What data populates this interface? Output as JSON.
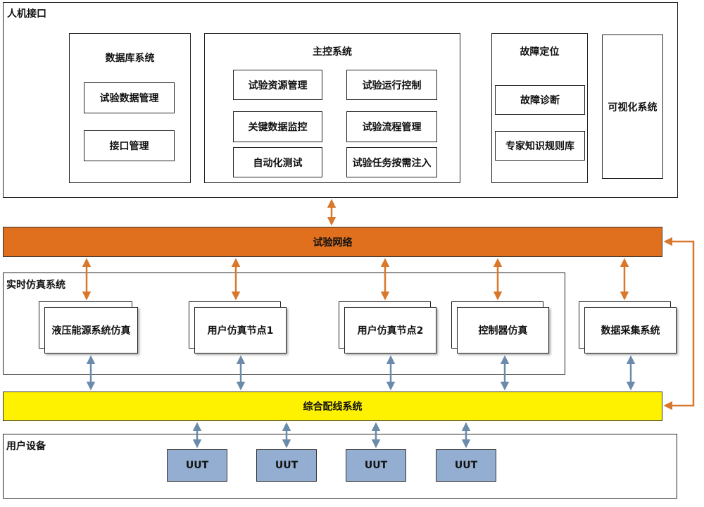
{
  "colors": {
    "network_bar": "#E0701E",
    "network_arrow": "#D9772A",
    "wiring_bar": "#FFF200",
    "blue_arrow": "#6A8BAA",
    "uut_fill": "#93AED0"
  },
  "hmi": {
    "label": "人机接口",
    "database": {
      "title": "数据库系统",
      "items": [
        "试验数据管理",
        "接口管理"
      ]
    },
    "main_control": {
      "title": "主控系统",
      "items": [
        "试验资源管理",
        "试验运行控制",
        "关键数据监控",
        "试验流程管理",
        "自动化测试",
        "试验任务按需注入"
      ]
    },
    "fault": {
      "title": "故障定位",
      "items": [
        "故障诊断",
        "专家知识规则库"
      ]
    },
    "visualization": "可视化系统"
  },
  "network": {
    "label": "试验网络"
  },
  "realtime": {
    "label": "实时仿真系统",
    "nodes": [
      "液压能源系统仿真",
      "用户仿真节点1",
      "用户仿真节点2",
      "控制器仿真"
    ]
  },
  "data_acq": {
    "label": "数据采集系统"
  },
  "wiring": {
    "label": "综合配线系统"
  },
  "user_devices": {
    "label": "用户设备",
    "uuts": [
      "UUT",
      "UUT",
      "UUT",
      "UUT"
    ]
  }
}
